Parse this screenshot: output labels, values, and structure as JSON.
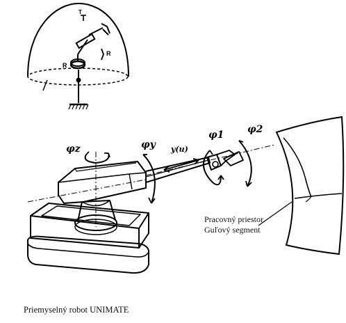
{
  "figure": {
    "caption": "Priemyselný robot UNIMATE",
    "workspace_label_1": "Pracovný priestor",
    "workspace_label_2": "Guľový segment"
  },
  "schematic": {
    "joint_label_rotation": "R",
    "joint_label_translation": "T",
    "joint_label_wrist": "R"
  },
  "robot": {
    "symbol_z_rotation": "φz",
    "symbol_y_rotation": "φy",
    "symbol_extension": "y(u)",
    "symbol_wrist_1": "φ1",
    "symbol_wrist_2": "φ2"
  }
}
